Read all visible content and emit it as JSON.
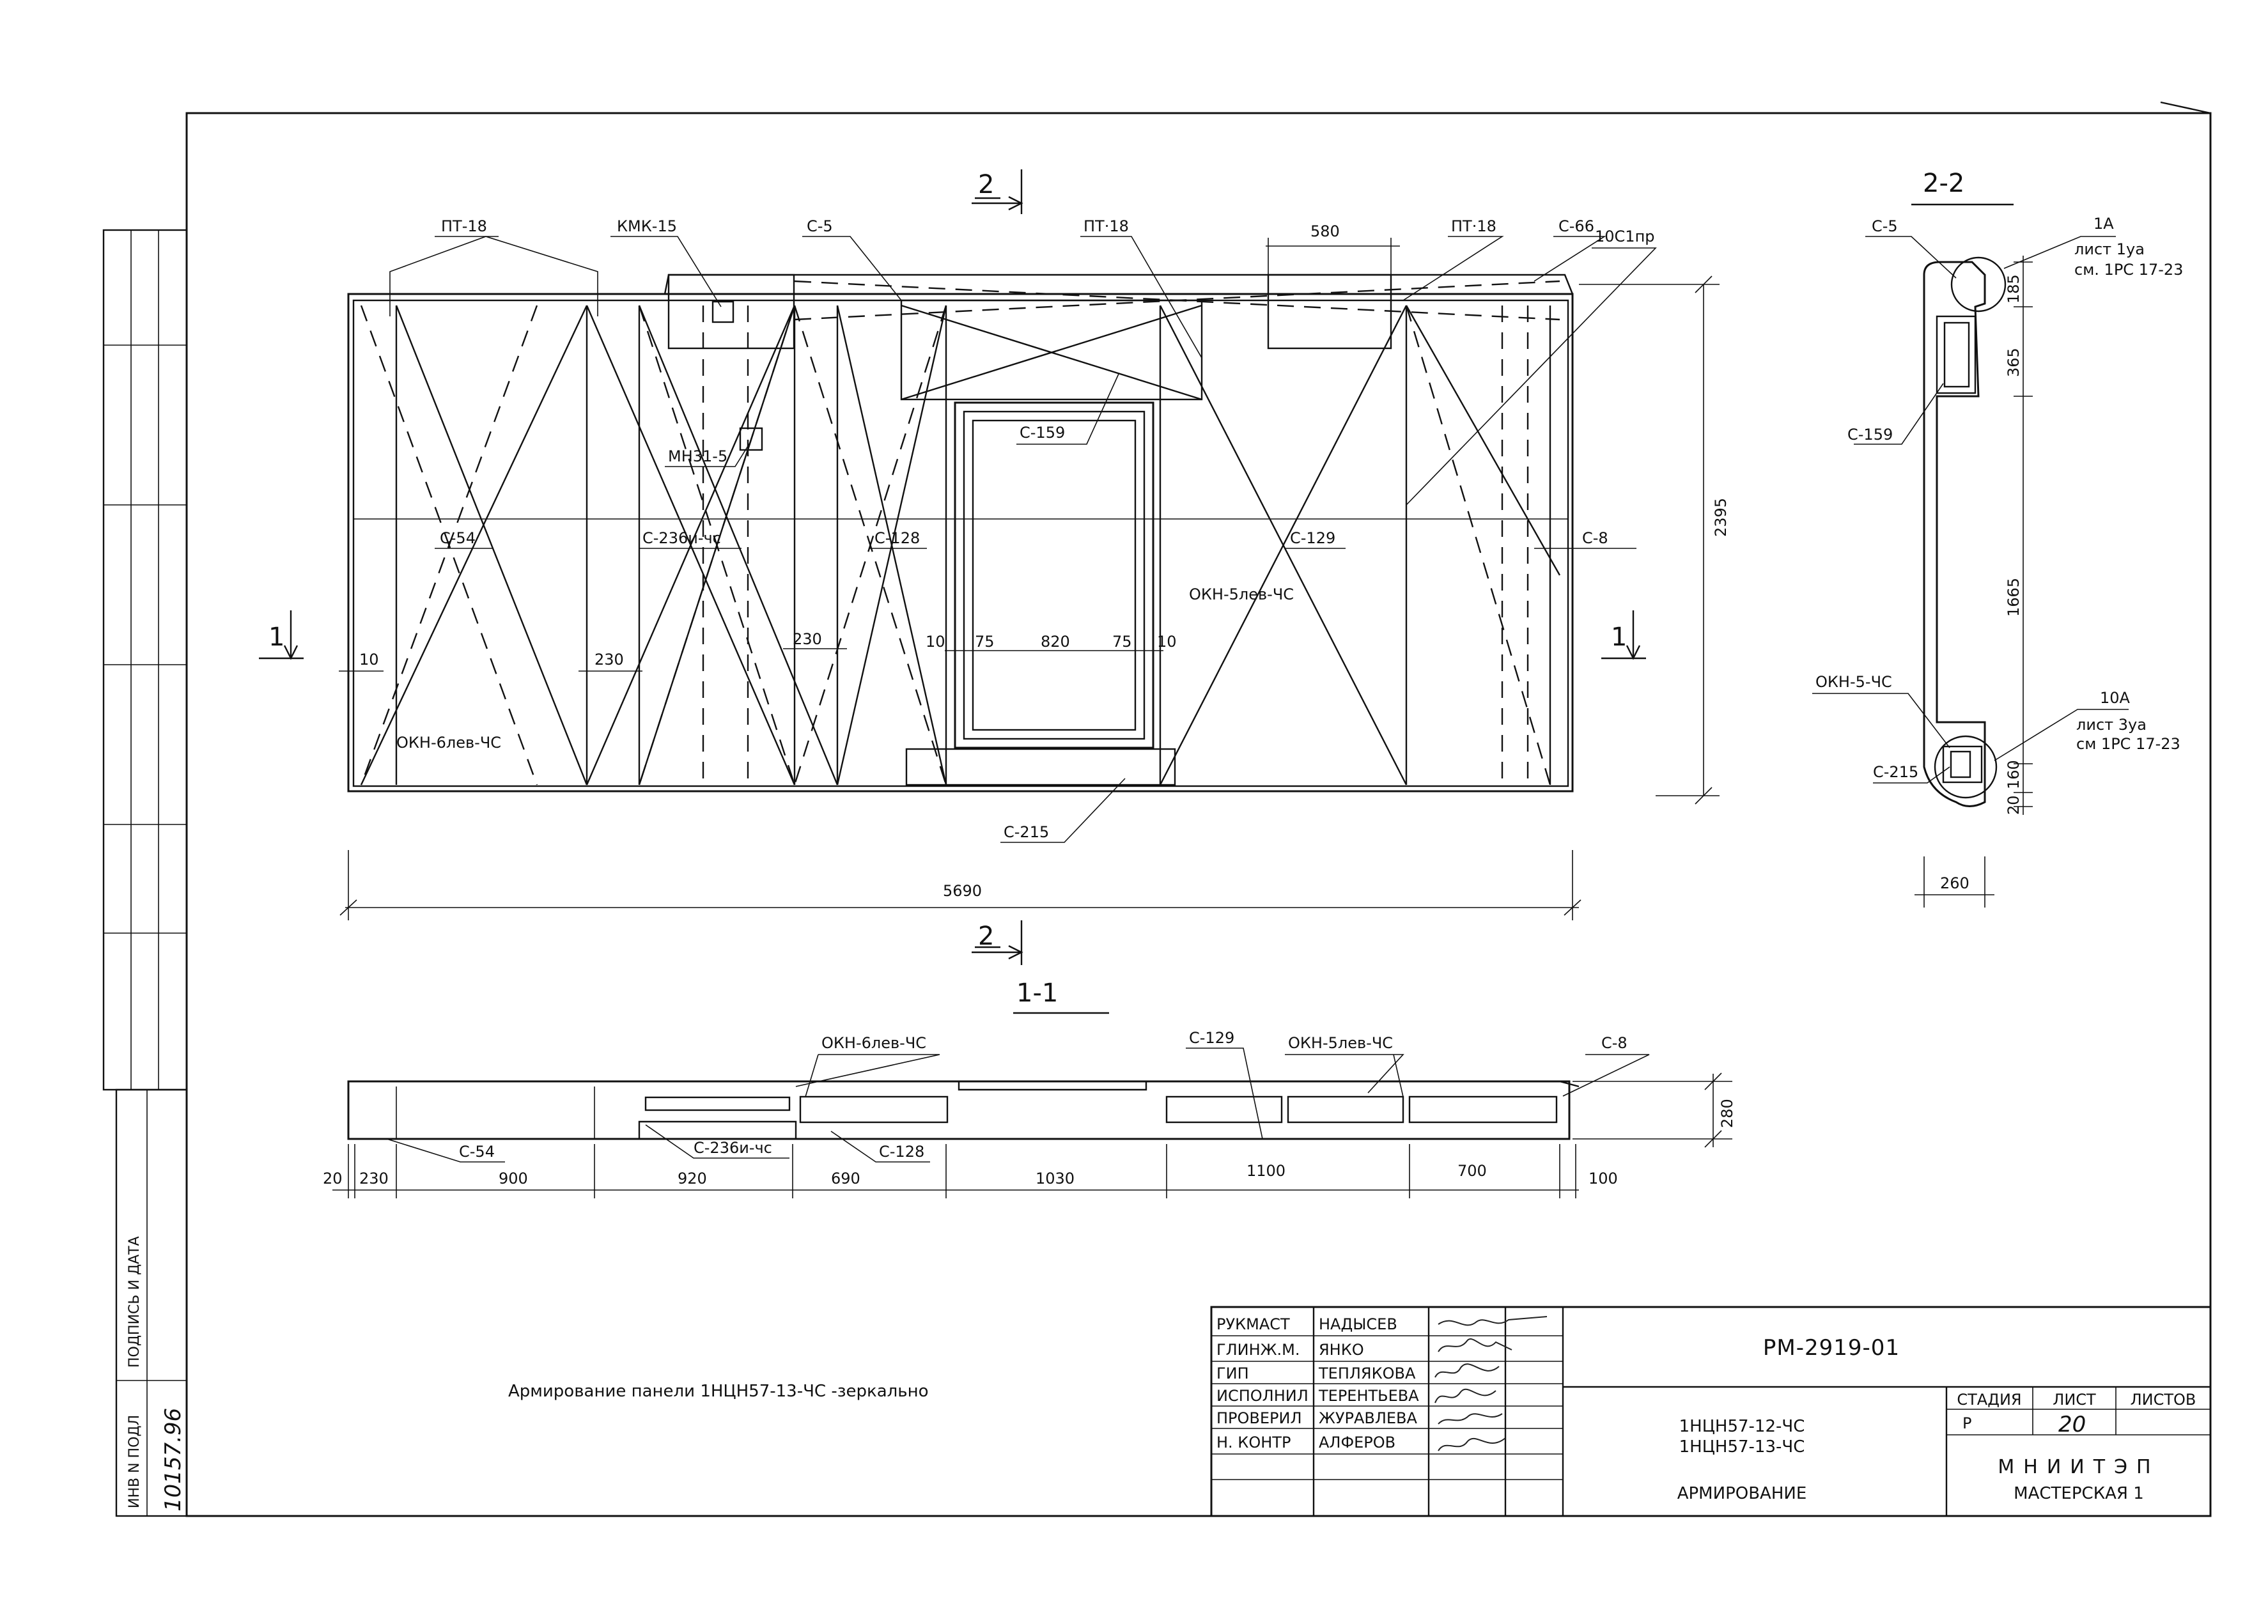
{
  "elevation": {
    "labels": {
      "pt18_left": "ПТ-18",
      "kmk15": "КМК-15",
      "c5": "С-5",
      "pt18_mid": "ПТ·18",
      "pt18_right": "ПТ·18",
      "c66": "С-66",
      "ten_c1pr": "10С1пр",
      "dim580": "580",
      "mn315": "МН31-5",
      "c159": "С-159",
      "c54": "С-54",
      "c236": "С-236и-чс",
      "c128": "С-128",
      "c129": "С-129",
      "c8": "С-8",
      "okn5": "ОКН-5лев-ЧС",
      "okn6": "ОКН-6лев-ЧС",
      "c215": "С-215"
    },
    "dims": {
      "d10a": "10",
      "d230a": "230",
      "d230b": "230",
      "d10b": "10",
      "d75a": "75",
      "d820": "820",
      "d75b": "75",
      "d10c": "10",
      "d2395": "2395",
      "d5690": "5690"
    },
    "cut_marks": {
      "top": "2",
      "bottom": "2",
      "left": "1",
      "right": "1"
    }
  },
  "section_11": {
    "title": "1-1",
    "labels": {
      "okn6": "ОКН-6лев-ЧС",
      "c129": "С-129",
      "okn5": "ОКН-5лев-ЧС",
      "c8": "С-8",
      "c54": "С-54",
      "c236": "С-236и-чс",
      "c128": "С-128"
    },
    "dims": [
      "20",
      "230",
      "900",
      "920",
      "690",
      "1030",
      "1100",
      "700",
      "100"
    ],
    "height": "280"
  },
  "section_22": {
    "title": "2-2",
    "labels": {
      "c5": "С-5",
      "c159": "С-159",
      "okn5": "ОКН-5-ЧС",
      "c215": "С-215",
      "ref_top_code": "1А",
      "ref_top_sheet": "лист 1уа",
      "ref_top_see": "см. 1РС 17-23",
      "ref_bot_code": "10А",
      "ref_bot_sheet": "лист 3уа",
      "ref_bot_see": "см 1РС 17-23"
    },
    "dims": {
      "d185": "185",
      "d365": "365",
      "d1665": "1665",
      "d160": "160",
      "d20": "20",
      "d260": "260"
    }
  },
  "caption": "Армирование панели 1НЦН57-13-ЧС -зеркально",
  "side_stamp": {
    "inv_label": "ИНВ N ПОДЛ",
    "sign_label": "ПОДПИСЬ И ДАТА",
    "inv_number": "10157.96"
  },
  "title_block": {
    "code": "РМ-2919-01",
    "roles": [
      {
        "role": "РУКМАСТ",
        "name": "НАДЫСЕВ"
      },
      {
        "role": "ГЛИНЖ.М.",
        "name": "ЯНКО"
      },
      {
        "role": "ГИП",
        "name": "ТЕПЛЯКОВА"
      },
      {
        "role": "ИСПОЛНИЛ",
        "name": "ТЕРЕНТЬЕВА"
      },
      {
        "role": "ПРОВЕРИЛ",
        "name": "ЖУРАВЛЕВА"
      },
      {
        "role": "Н. КОНТР",
        "name": "АЛФЕРОВ"
      }
    ],
    "doc_line1": "1НЦН57-12-ЧС",
    "doc_line2": "1НЦН57-13-ЧС",
    "doc_title": "АРМИРОВАНИЕ",
    "stage_header": "СТАДИЯ",
    "sheet_header": "ЛИСТ",
    "sheets_header": "ЛИСТОВ",
    "stage": "Р",
    "sheet": "20",
    "org": "МНИИТЭП",
    "workshop": "МАСТЕРСКАЯ 1"
  }
}
